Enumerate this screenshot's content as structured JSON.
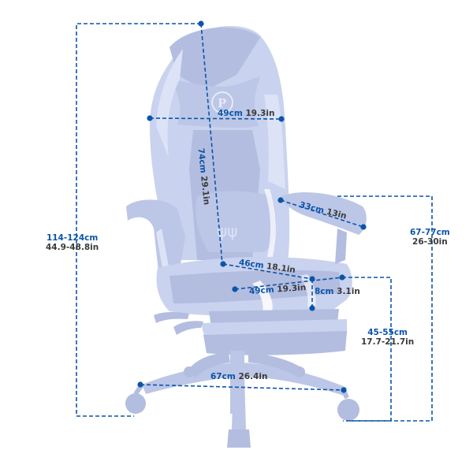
{
  "diagram": {
    "subject": "Gaming / racing office chair with footrest",
    "style": {
      "chair_fill": "#c9d2ee",
      "chair_shade": "#b3bde0",
      "chair_highlight": "#dde3f6",
      "dimension_line_color": "#0b55a8",
      "cm_text_color": "#0b55a8",
      "inch_text_color": "#3a3a3a"
    },
    "logo": "P",
    "dimensions": {
      "total_height": {
        "cm": "114-124cm",
        "in": "44.9-48.8in"
      },
      "backrest_width": {
        "cm": "49cm",
        "in": "19.3in"
      },
      "backrest_height": {
        "cm": "74cm",
        "in": "29.1in"
      },
      "armrest_length": {
        "cm": "33cm",
        "in": "13in"
      },
      "armrest_height": {
        "cm": "67-77cm",
        "in": "26-30in"
      },
      "seat_depth": {
        "cm": "46cm",
        "in": "18.1in"
      },
      "seat_width": {
        "cm": "49cm",
        "in": "19.3in"
      },
      "seat_thickness": {
        "cm": "8cm",
        "in": "3.1in"
      },
      "seat_height": {
        "cm": "45-55cm",
        "in": "17.7-21.7in"
      },
      "base_width": {
        "cm": "67cm",
        "in": "26.4in"
      }
    }
  }
}
